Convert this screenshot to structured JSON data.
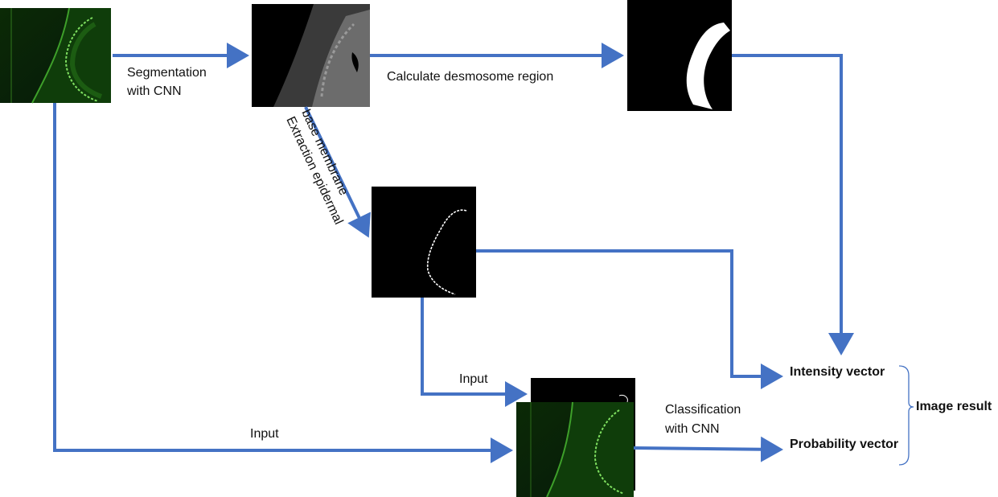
{
  "diagram": {
    "label_segmentation_line1": "Segmentation",
    "label_segmentation_line2": "with CNN",
    "label_desmosome": "Calculate desmosome region",
    "label_extraction_line1": "Extraction epidermal",
    "label_extraction_line2": "base membrane",
    "label_input_upper": "Input",
    "label_input_lower": "Input",
    "label_classification_line1": "Classification",
    "label_classification_line2": "with CNN",
    "label_intensity": "Intensity vector",
    "label_probability": "Probability vector",
    "label_image_result": "Image result",
    "colors": {
      "arrow": "#4472C4",
      "fluorescence": "#2f8a1e",
      "background_dark": "#000000"
    }
  }
}
